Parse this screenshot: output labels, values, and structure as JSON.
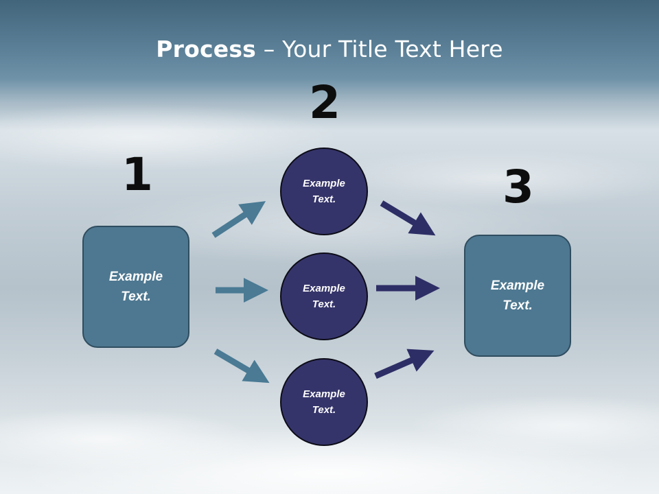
{
  "title": {
    "bold": "Process",
    "rest": " – Your Title Text Here"
  },
  "steps": {
    "one": {
      "number": "1",
      "line1": "Example",
      "line2": "Text."
    },
    "two": {
      "number": "2",
      "circles": [
        {
          "line1": "Example",
          "line2": "Text."
        },
        {
          "line1": "Example",
          "line2": "Text."
        },
        {
          "line1": "Example",
          "line2": "Text."
        }
      ]
    },
    "three": {
      "number": "3",
      "line1": "Example",
      "line2": "Text."
    }
  },
  "colors": {
    "box_fill": "#4e7891",
    "circle_fill": "#35346a",
    "arrow_left": "#4a7a94",
    "arrow_right": "#2e2e66"
  }
}
